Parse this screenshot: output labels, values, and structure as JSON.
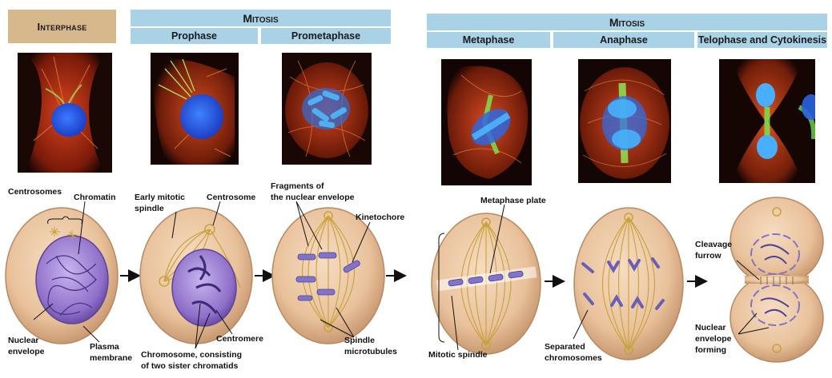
{
  "headers": {
    "interphase": "Interphase",
    "mitosis_left": "Mitosis",
    "mitosis_right": "Mitosis",
    "prophase": "Prophase",
    "prometaphase": "Prometaphase",
    "metaphase": "Metaphase",
    "anaphase": "Anaphase",
    "telophase": "Telophase and Cytokinesis"
  },
  "labels": {
    "centrosomes": "Centrosomes",
    "chromatin": "Chromatin",
    "nuclear_envelope_1": "Nuclear",
    "nuclear_envelope_2": "envelope",
    "plasma_membrane_1": "Plasma",
    "plasma_membrane_2": "membrane",
    "early_spindle_1": "Early mitotic",
    "early_spindle_2": "spindle",
    "centrosome": "Centrosome",
    "centromere": "Centromere",
    "chromosome_1": "Chromosome, consisting",
    "chromosome_2": "of two sister chromatids",
    "fragments_1": "Fragments of",
    "fragments_2": "the nuclear envelope",
    "kinetochore": "Kinetochore",
    "spindle_micro_1": "Spindle",
    "spindle_micro_2": "microtubules",
    "metaphase_plate": "Metaphase plate",
    "mitotic_spindle": "Mitotic spindle",
    "separated_1": "Separated",
    "separated_2": "chromosomes",
    "cleavage_1": "Cleavage",
    "cleavage_2": "furrow",
    "ne_forming_1": "Nuclear",
    "ne_forming_2": "envelope",
    "ne_forming_3": "forming"
  },
  "colors": {
    "interphase_header": "#d7b78c",
    "mitosis_header": "#a9d2e6",
    "cell_fill": "#e9c29c",
    "nucleus": "#8f6fc9",
    "chromosome": "#7f74c8",
    "microtubule": "#c9a23c"
  }
}
